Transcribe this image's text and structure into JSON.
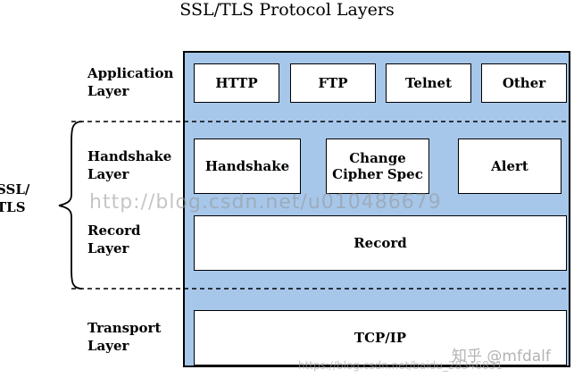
{
  "title": "SSL/TLS Protocol Layers",
  "layers": {
    "application": "Application\nLayer",
    "handshake": "Handshake\nLayer",
    "record": "Record\nLayer",
    "transport": "Transport\nLayer"
  },
  "ssl_tls_label": "SSL/\nTLS",
  "boxes": {
    "http": "HTTP",
    "ftp": "FTP",
    "telnet": "Telnet",
    "other": "Other",
    "handshake": "Handshake",
    "change_cipher_spec": "Change\nCipher Spec",
    "alert": "Alert",
    "record": "Record",
    "tcpip": "TCP/IP"
  },
  "watermarks": {
    "center_url": "http://blog.csdn.net/u010486679",
    "zhihu": "知乎 @mfdalf",
    "bottom_url": "https://blog.csdn.net/baidu_28346831"
  },
  "colors": {
    "panel": "#a7c7ea"
  }
}
